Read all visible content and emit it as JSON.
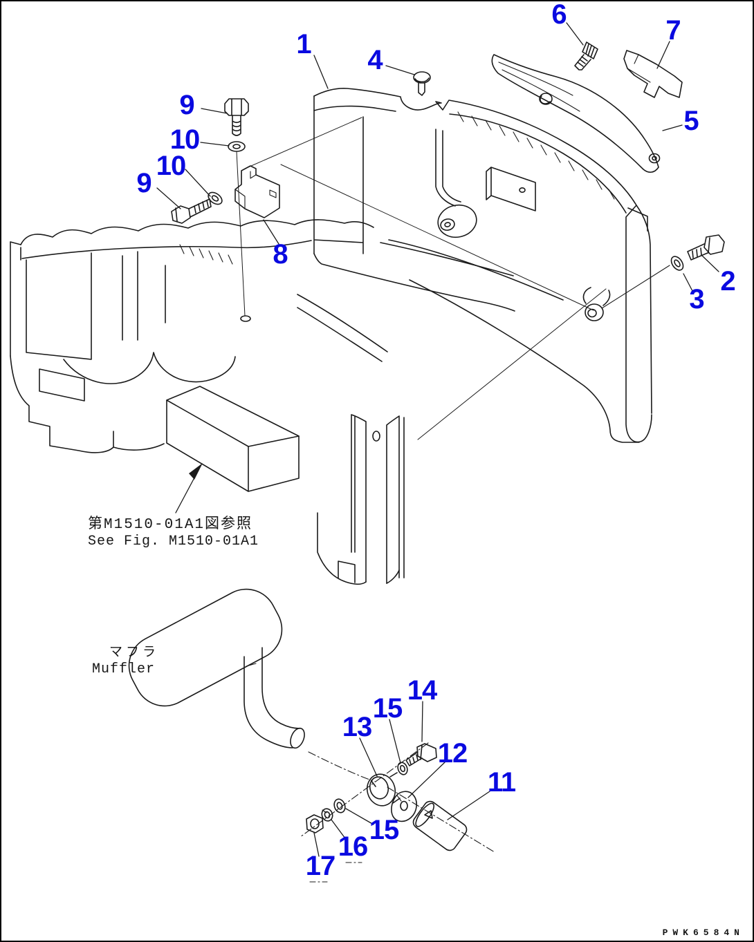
{
  "page": {
    "background": "#ffffff",
    "line_color": "#1a1a1a",
    "callout_color": "#0a0ae0",
    "drawing_number": "PWK6584N"
  },
  "annotations": {
    "see_fig_jp": "第M1510-01A1図参照",
    "see_fig_en": "See Fig. M1510-01A1",
    "muffler_jp": "マフラ",
    "muffler_en": "Muffler"
  },
  "callouts": [
    {
      "n": "1"
    },
    {
      "n": "4"
    },
    {
      "n": "6"
    },
    {
      "n": "7"
    },
    {
      "n": "5"
    },
    {
      "n": "9"
    },
    {
      "n": "10"
    },
    {
      "n": "10"
    },
    {
      "n": "9"
    },
    {
      "n": "8"
    },
    {
      "n": "2"
    },
    {
      "n": "3"
    },
    {
      "n": "14"
    },
    {
      "n": "15"
    },
    {
      "n": "13"
    },
    {
      "n": "12"
    },
    {
      "n": "11"
    },
    {
      "n": "15"
    },
    {
      "n": "16"
    },
    {
      "n": "17"
    }
  ]
}
